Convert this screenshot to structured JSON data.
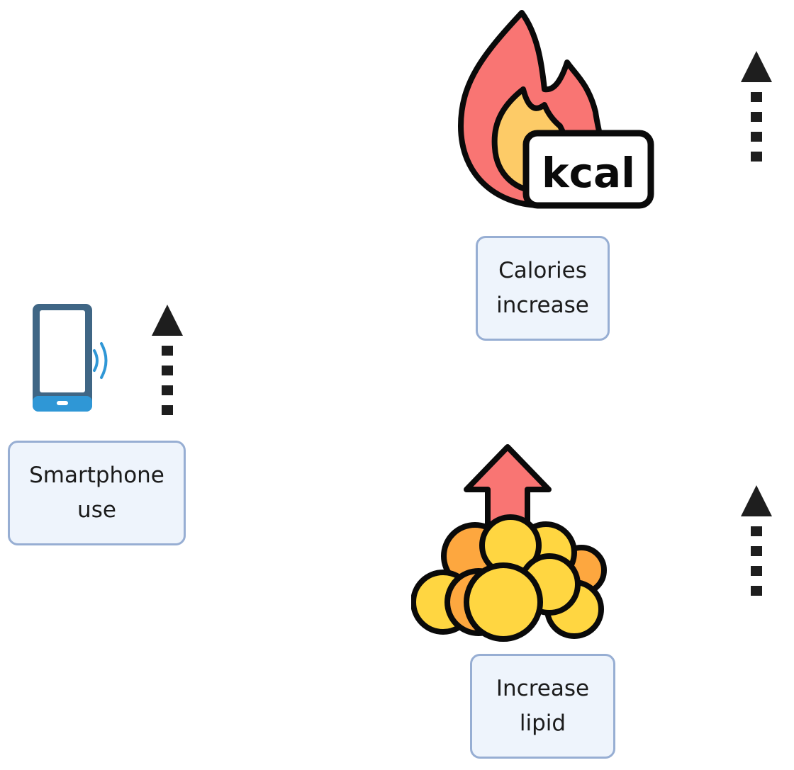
{
  "icons": {
    "smartphone": "smartphone-vibrate-icon",
    "calories": "flame-kcal-icon",
    "lipid": "fat-cells-up-arrow-icon",
    "indicator": "dashed-up-arrow-icon"
  },
  "labels": {
    "smartphone": {
      "line1": "Smartphone",
      "line2": "use"
    },
    "calories": {
      "line1": "Calories",
      "line2": "increase"
    },
    "lipid": {
      "line1": "Increase",
      "line2": "lipid"
    }
  },
  "kcal_badge_text": "kcal",
  "colors": {
    "box_fill": "#eef4fc",
    "box_border": "#97aed3",
    "arrow": "#1e1e1e",
    "phone_body": "#3f6685",
    "phone_accent": "#2f97d6",
    "flame_outer": "#f97573",
    "flame_inner": "#fdcb67",
    "fat_yellow": "#ffd641",
    "fat_orange": "#fda73f",
    "outline": "#0a0a0a"
  }
}
